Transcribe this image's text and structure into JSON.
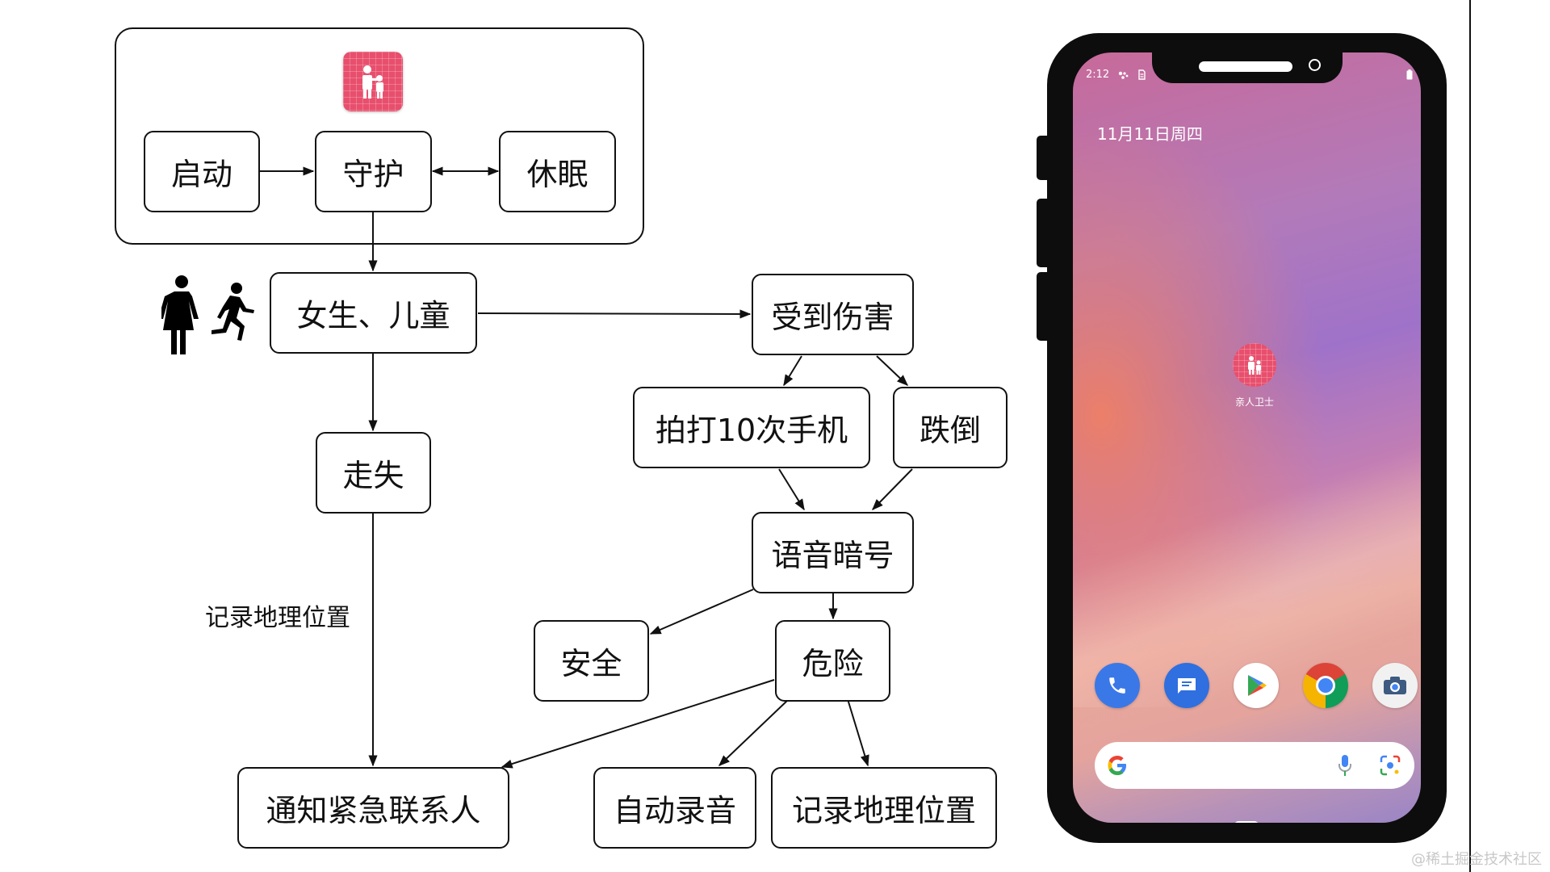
{
  "diagram": {
    "nodes": {
      "start": "启动",
      "guard": "守护",
      "sleep": "休眠",
      "women_children": "女生、儿童",
      "hurt": "受到伤害",
      "lost": "走失",
      "tap_phone": "拍打10次手机",
      "fall": "跌倒",
      "voice_code": "语音暗号",
      "safe": "安全",
      "danger": "危险",
      "notify_contacts": "通知紧急联系人",
      "auto_record": "自动录音",
      "record_location": "记录地理位置"
    },
    "edge_label": "记录地理位置",
    "icons": [
      "app-logo-icon",
      "woman-icon",
      "running-child-icon"
    ]
  },
  "phone": {
    "status_time": "2:12",
    "date": "11月11日周四",
    "app_label": "亲人卫士",
    "dock_icons": [
      "phone-icon",
      "messages-icon",
      "play-store-icon",
      "chrome-icon",
      "camera-icon"
    ],
    "search_bar_icons": [
      "google-icon",
      "mic-icon",
      "lens-icon"
    ]
  },
  "watermark": "@稀土掘金技术社区"
}
